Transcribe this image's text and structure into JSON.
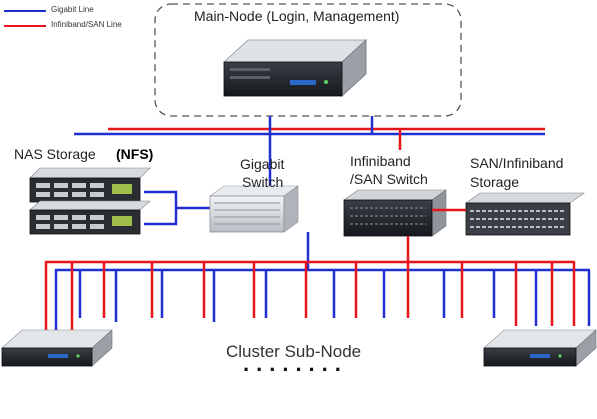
{
  "legend": {
    "gigabit_label": "Gigabit Line",
    "infiniband_label": "Infiniband/SAN Line"
  },
  "colors": {
    "gigabit_line": "#1f2fd0",
    "infiniband_line": "#e8141c",
    "dashed_border": "#555555"
  },
  "main_node": {
    "label": "Main-Node (Login, Management)"
  },
  "nas_storage": {
    "label": "NAS Storage",
    "protocol": "(NFS)"
  },
  "gigabit_switch": {
    "label_line1": "Gigabit",
    "label_line2": "Switch"
  },
  "infiniband_switch": {
    "label_line1": "Infiniband",
    "label_line2": "/SAN Switch"
  },
  "san_storage": {
    "label_line1": "SAN/Infiniband",
    "label_line2": "Storage"
  },
  "cluster": {
    "label": "Cluster  Sub-Node",
    "ellipsis": "........"
  }
}
